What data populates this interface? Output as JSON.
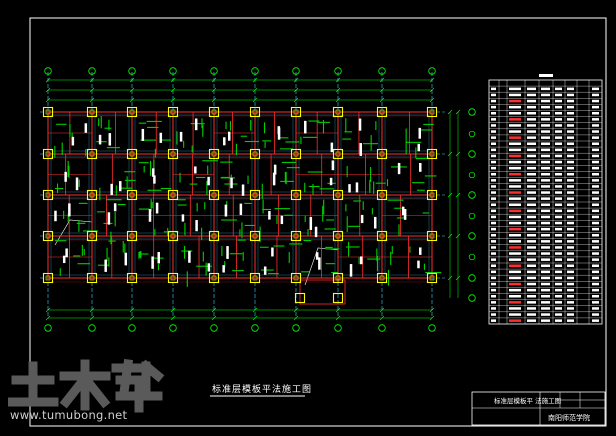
{
  "drawing": {
    "title": "标准层模板平法施工图",
    "title_block": {
      "drawing_name": "标准层模板平 法施工图",
      "institution": "南阳师范学院"
    }
  },
  "watermark": {
    "logo_text": "土木帮",
    "url": "www.tumubong.net"
  },
  "colors": {
    "background": "#000000",
    "frame": "#ffffff",
    "columns": "#ffff00",
    "axis_grid": "#3fd0ff",
    "beams": "#ff2e2e",
    "rebar_marks": "#00d000",
    "dimensions": "#00ff00"
  }
}
